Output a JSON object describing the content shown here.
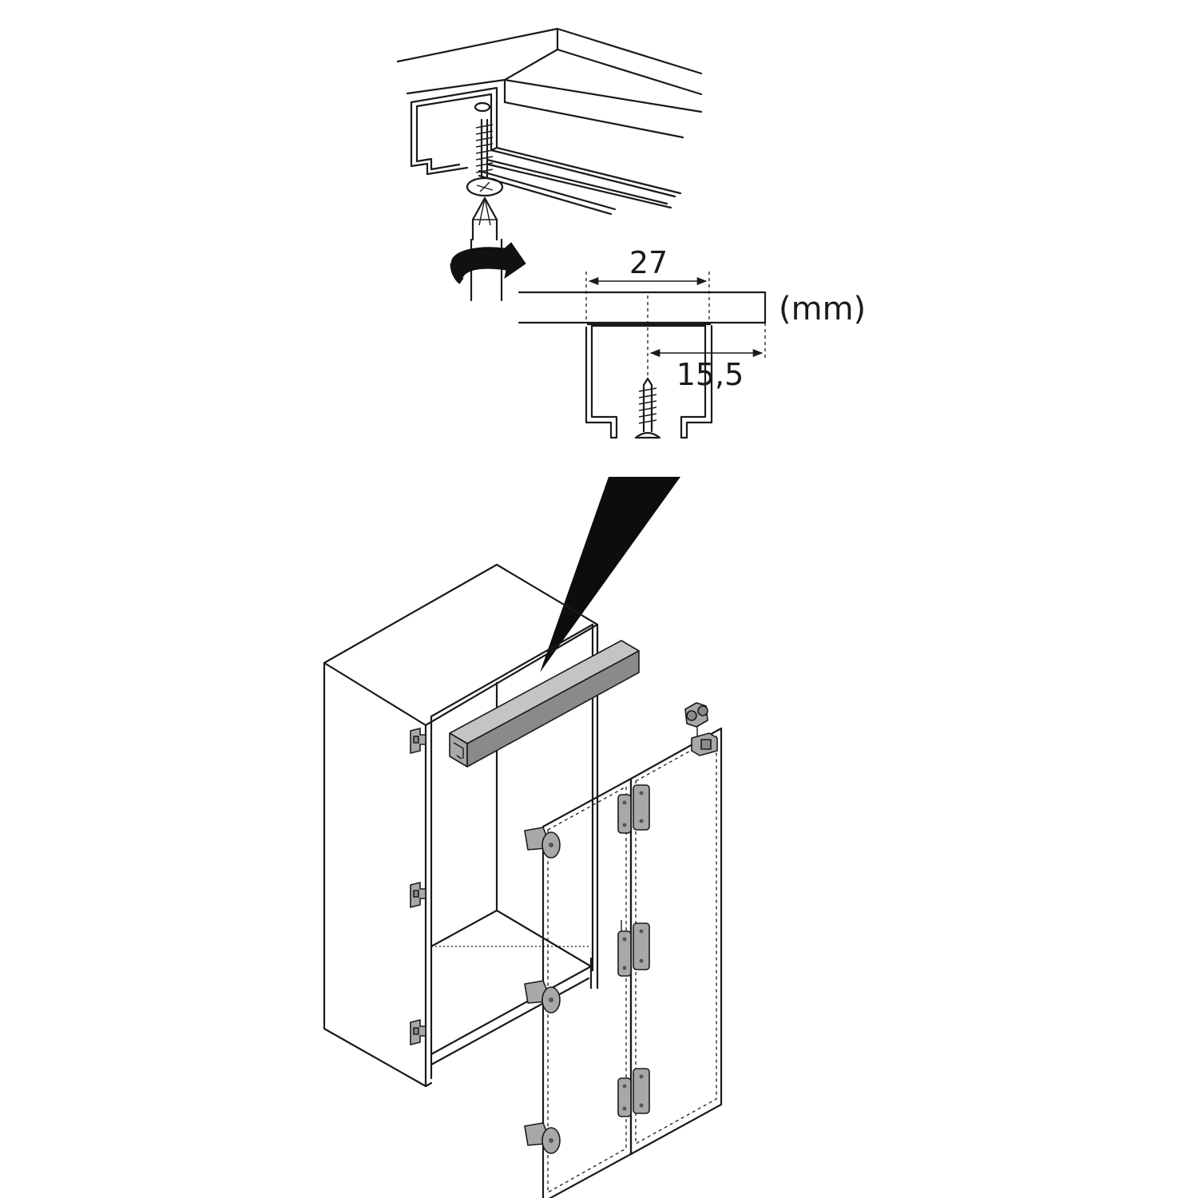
{
  "dimensions": {
    "width_label": "27",
    "offset_label": "15,5",
    "unit_label": "(mm)"
  },
  "colors": {
    "line": "#1a1a1a",
    "rail": "#a8a8a8",
    "hardware": "#a8a8a8",
    "background": "#ffffff"
  }
}
